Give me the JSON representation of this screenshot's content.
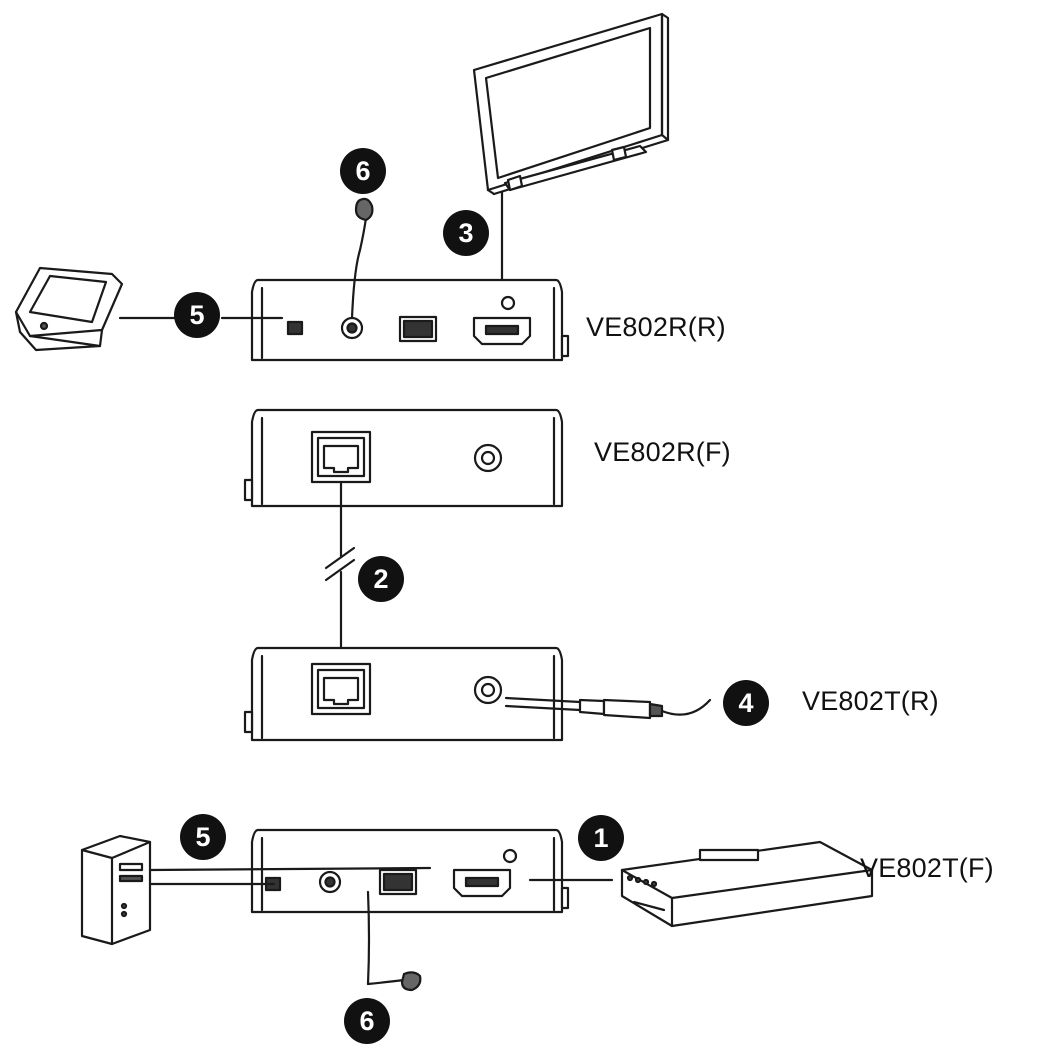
{
  "units": {
    "receiver_rear": "VE802R(R)",
    "receiver_front": "VE802R(F)",
    "transmitter_rear": "VE802T(R)",
    "transmitter_front": "VE802T(F)"
  },
  "steps": {
    "hdmi_source": "1",
    "cat_cable": "2",
    "hdmi_display": "3",
    "power_adapter": "4",
    "rs232_receiver": "5",
    "rs232_transmitter": "5",
    "ir_receiver": "6",
    "ir_transmitter": "6"
  },
  "colors": {
    "line": "#1a1a1a",
    "badge": "#111111",
    "device_fill": "#ffffff"
  }
}
